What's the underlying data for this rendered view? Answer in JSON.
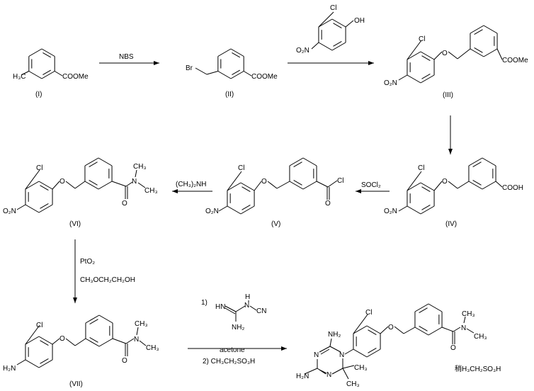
{
  "scheme": {
    "compounds": {
      "I": {
        "label": "(I)",
        "left": "H₃C",
        "right": "COOMe"
      },
      "II": {
        "label": "(II)",
        "left": "Br",
        "right": "COOMe"
      },
      "phenol": {
        "cl": "Cl",
        "oh": "OH",
        "no2": "O₂N"
      },
      "III": {
        "label": "(III)",
        "cl": "Cl",
        "o": "O",
        "no2": "O₂N",
        "right": "COOMe"
      },
      "IV": {
        "label": "(IV)",
        "cl": "Cl",
        "o": "O",
        "no2": "O₂N",
        "right": "COOH"
      },
      "V": {
        "label": "(V)",
        "cl": "Cl",
        "o": "O",
        "no2": "O₂N",
        "acyl_cl": "Cl",
        "carbonyl_o": "O"
      },
      "VI": {
        "label": "(VI)",
        "cl": "Cl",
        "o": "O",
        "no2": "O₂N",
        "n": "N",
        "carbonyl_o": "O",
        "me1": "CH₃",
        "me2": "CH₃"
      },
      "VII": {
        "label": "(VII)",
        "cl": "Cl",
        "o": "O",
        "nh2": "H₂N",
        "n": "N",
        "carbonyl_o": "O",
        "me1": "CH₃",
        "me2": "CH₃"
      },
      "product": {
        "cl": "Cl",
        "o": "O",
        "n": "N",
        "carbonyl_o": "O",
        "me1": "CH₃",
        "me2": "CH₃",
        "tz_n1": "N",
        "tz_n2": "N",
        "tz_n3": "N",
        "nh2_top": "NH₂",
        "nh2_left": "H₂N",
        "gem_me1": "CH₃",
        "gem_me2": "CH₃",
        "salt": "稍H₃CH₂SO₃H"
      }
    },
    "reagents": {
      "step1": "NBS",
      "step4": "SOCl₂",
      "step5": "(CH₃)₂NH",
      "step6_a": "PtO₂",
      "step6_b": "CH₃OCH₂CH₂OH",
      "step7_num1": "1)",
      "step7_guan_hn": "HN",
      "step7_guan_nh": "N",
      "step7_guan_h": "H",
      "step7_guan_cn": "CN",
      "step7_guan_nh2": "NH₂",
      "step7_solvent": "acetone",
      "step7_b": "2) CH₃CH₂SO₃H"
    }
  }
}
